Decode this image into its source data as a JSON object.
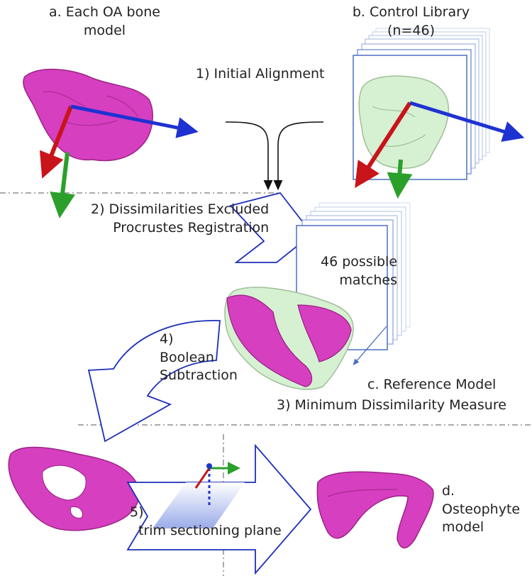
{
  "labels": {
    "a_line1": "a. Each OA bone",
    "a_line2": "model",
    "b_line1": "b. Control Library",
    "b_line2": "(n=46)",
    "step1": "1) Initial Alignment",
    "step2_line1": "2) Dissimilarities Excluded",
    "step2_line2": "Procrustes Registration",
    "matches_line1": "46 possible",
    "matches_line2": "matches",
    "step4_line1": "4)",
    "step4_line2": "Boolean",
    "step4_line3": "Subtraction",
    "c_label": "c. Reference Model",
    "step3": "3) Minimum Dissimilarity Measure",
    "step5_line1": "5)",
    "step5_line2": "trim sectioning plane",
    "d_line1": "d.",
    "d_line2": "Osteophyte",
    "d_line3": "model"
  },
  "colors": {
    "bone": "#d63fc0",
    "bone_dark": "#9a2486",
    "control": "#d6f0d2",
    "control_dark": "#9fbf98",
    "axis_red": "#c8141a",
    "axis_blue": "#1e32d2",
    "axis_green": "#2aa02a",
    "arrow_outline": "#1c2fb8",
    "library_frame": "#4a6fc0",
    "plane": "#aab8ea",
    "divider": "#555555"
  },
  "icons": [
    "alignment-funnel-icon",
    "curved-arrow-icon",
    "block-arrow-icon",
    "axis-triad-icon",
    "sectioning-plane-icon"
  ]
}
